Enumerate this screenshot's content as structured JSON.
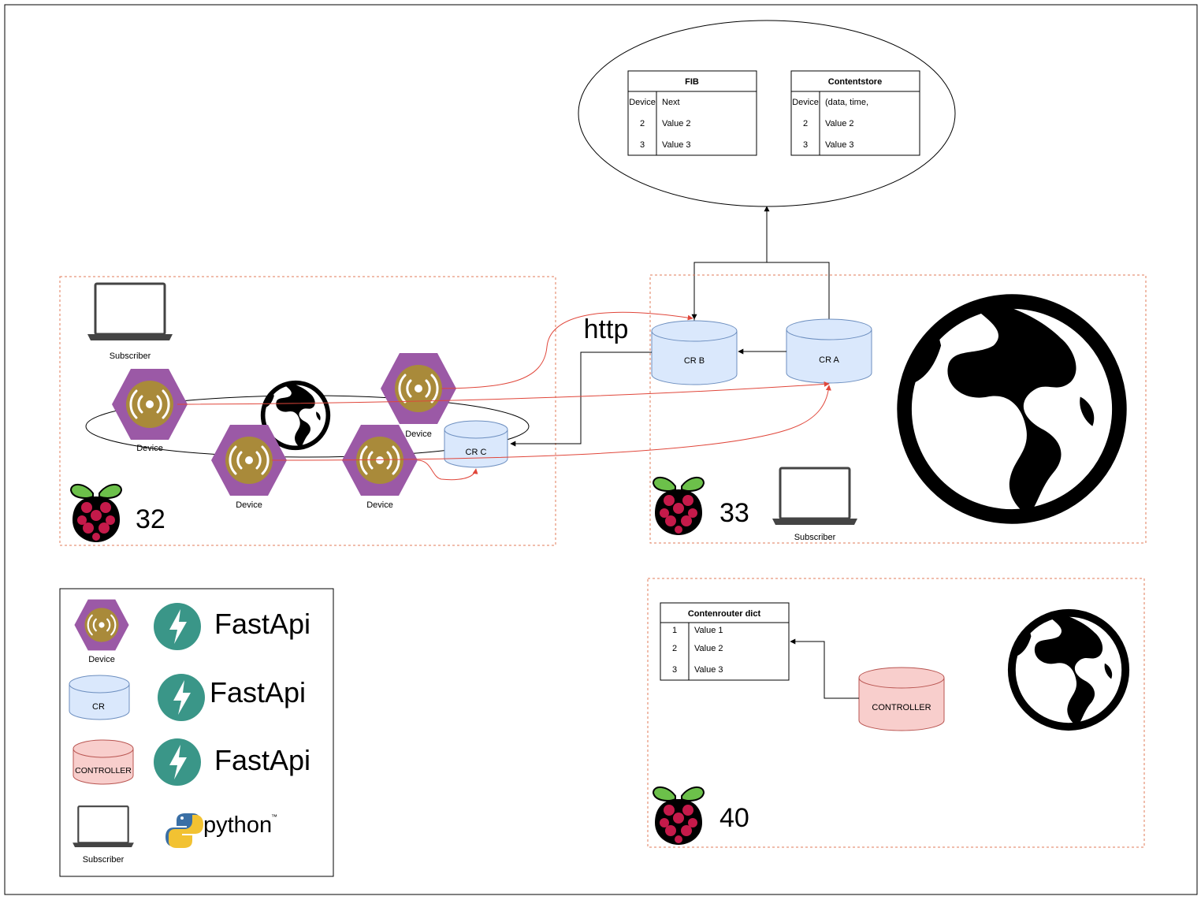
{
  "fib_table": {
    "title": "FIB",
    "rows": [
      {
        "k": "Device",
        "v": "Next"
      },
      {
        "k": "2",
        "v": "Value 2"
      },
      {
        "k": "3",
        "v": "Value 3"
      }
    ]
  },
  "contentstore_table": {
    "title": "Contentstore",
    "rows": [
      {
        "k": "Device",
        "v": "(data, time,"
      },
      {
        "k": "2",
        "v": "Value 2"
      },
      {
        "k": "3",
        "v": "Value 3"
      }
    ]
  },
  "contentrouter_table": {
    "title": "Contenrouter dict",
    "rows": [
      {
        "k": "1",
        "v": "Value 1"
      },
      {
        "k": "2",
        "v": "Value 2"
      },
      {
        "k": "3",
        "v": "Value 3"
      }
    ]
  },
  "node32": {
    "number": "32",
    "subscriber_label": "Subscriber",
    "device_labels": [
      "Device",
      "Device",
      "Device",
      "Device"
    ],
    "crc_label": "CR C"
  },
  "node33": {
    "number": "33",
    "subscriber_label": "Subscriber",
    "crb_label": "CR B",
    "cra_label": "CR A",
    "http_label": "http"
  },
  "node40": {
    "number": "40",
    "controller_label": "CONTROLLER"
  },
  "legend": {
    "device_label": "Device",
    "cr_label": "CR",
    "controller_label": "CONTROLLER",
    "subscriber_label": "Subscriber",
    "fastapi_labels": [
      "FastApi",
      "FastApi",
      "FastApi"
    ],
    "python_label": "python",
    "python_tm": "™"
  },
  "colors": {
    "device_hex": "#9b59a6",
    "device_circle": "#a98a3a",
    "cr_fill": "#dae8fc",
    "cr_stroke": "#6c8ebf",
    "controller_fill": "#f8cecc",
    "controller_stroke": "#b85450",
    "fastapi": "#3a9688",
    "red_line": "#e0463a",
    "dashed_border": "#e07b5a",
    "raspberry": "#c51a4a",
    "leaf": "#6cc04a"
  },
  "icons": [
    "raspberry-pi-icon",
    "globe-icon",
    "laptop-icon",
    "broadcast-icon",
    "fastapi-icon",
    "python-icon"
  ]
}
